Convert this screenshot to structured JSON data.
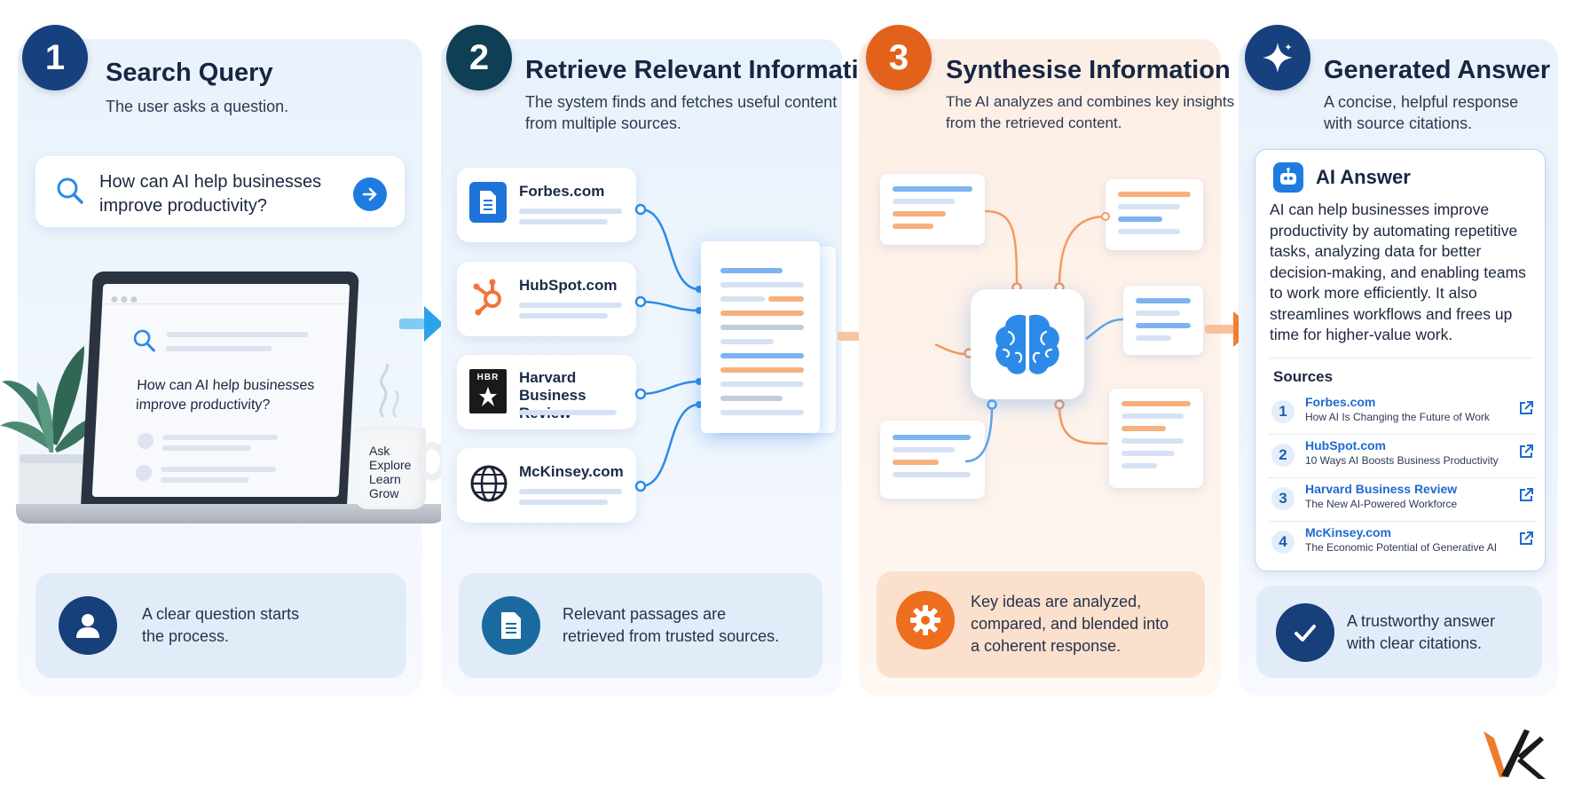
{
  "colors": {
    "navy": "#173f7a",
    "blue": "#1e7ce0",
    "orange": "#ef7a2a",
    "teal_dark": "#0f3f55"
  },
  "steps": [
    {
      "number": "1",
      "title": "Search Query",
      "description": "The user asks a question."
    },
    {
      "number": "2",
      "title": "Retrieve Relevant Information",
      "description_lines": [
        "The system finds and fetches useful content",
        "from multiple sources."
      ]
    },
    {
      "number": "3",
      "title": "Synthesise Information",
      "description_lines": [
        "The AI analyzes and combines key insights",
        "from the retrieved content."
      ]
    },
    {
      "icon": "sparkle-icon",
      "title": "Generated Answer",
      "description_lines": [
        "A concise, helpful response",
        "with source citations."
      ]
    }
  ],
  "query": {
    "lines": [
      "How can AI help businesses",
      "improve productivity?"
    ]
  },
  "laptop": {
    "screen_lines": [
      "How can AI help businesses",
      "improve productivity?"
    ]
  },
  "mug": {
    "lines": [
      "Ask",
      "Explore",
      "Learn",
      "Grow"
    ]
  },
  "sources_cards": [
    {
      "name": "Forbes.com",
      "icon": "document-icon"
    },
    {
      "name": "HubSpot.com",
      "icon": "hubspot-icon"
    },
    {
      "name_lines": [
        "Harvard",
        "Business Review"
      ],
      "icon": "hbr-logo",
      "logo_text": "HBR"
    },
    {
      "name": "McKinsey.com",
      "icon": "globe-icon"
    }
  ],
  "answer": {
    "title": "AI Answer",
    "body_lines": [
      "AI can help businesses improve",
      "productivity by automating repetitive",
      "tasks, analyzing data for better",
      "decision-making, and enabling teams",
      "to work more efficiently. It also",
      "streamlines workflows and frees up",
      "time for higher-value work."
    ],
    "sources_label": "Sources",
    "sources": [
      {
        "n": "1",
        "site": "Forbes.com",
        "title": "How AI Is Changing the Future of Work"
      },
      {
        "n": "2",
        "site": "HubSpot.com",
        "title": "10 Ways AI Boosts Business Productivity"
      },
      {
        "n": "3",
        "site": "Harvard Business Review",
        "title": "The New AI-Powered Workforce"
      },
      {
        "n": "4",
        "site": "McKinsey.com",
        "title": "The Economic Potential of Generative AI"
      }
    ]
  },
  "bottom": [
    {
      "icon": "user-icon",
      "lines": [
        "A clear question starts",
        "the process."
      ]
    },
    {
      "icon": "document-icon",
      "lines": [
        "Relevant passages are",
        "retrieved from trusted sources."
      ]
    },
    {
      "icon": "gear-icon",
      "lines": [
        "Key ideas are analyzed,",
        "compared, and blended into",
        "a coherent response."
      ]
    },
    {
      "icon": "checkmark-icon",
      "lines": [
        "A trustworthy answer",
        "with clear citations."
      ]
    }
  ]
}
